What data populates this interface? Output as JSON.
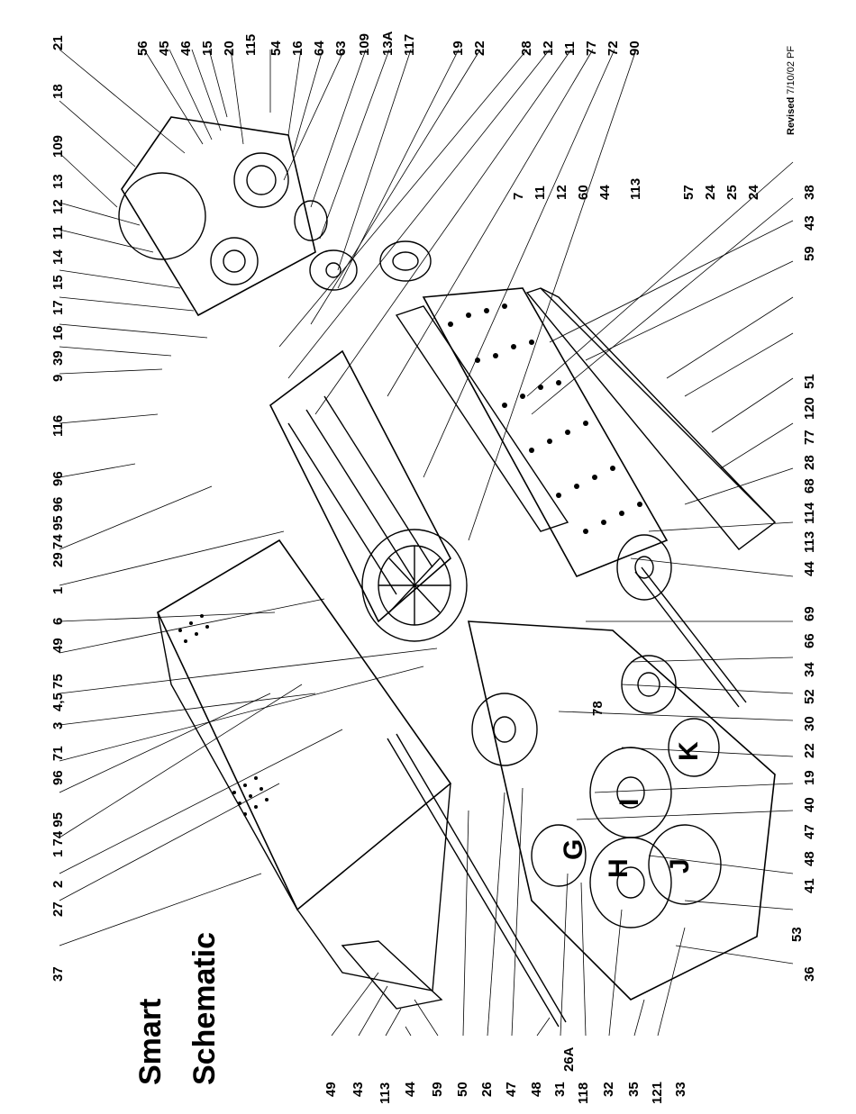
{
  "title": "Smart",
  "subtitle": "Schematic",
  "revision": {
    "prefix": "Revised",
    "text": "7/10/02 PF"
  },
  "top_labels": [
    "21",
    "56",
    "45",
    "46",
    "15",
    "20",
    "115",
    "54",
    "16",
    "64",
    "63",
    "109",
    "13A",
    "117",
    "19",
    "22",
    "28",
    "12",
    "11",
    "77",
    "72",
    "90"
  ],
  "top_labels_row2": [
    "18",
    "109",
    "13",
    "12",
    "11",
    "14",
    "15",
    "17",
    "16",
    "39",
    "9",
    "116",
    "96",
    "74 95 96",
    "29",
    "1",
    "6",
    "49",
    "4,5 75",
    "3",
    "71",
    "96",
    "1 74 95",
    "2",
    "27",
    "37"
  ],
  "right_upper_labels": [
    "7",
    "11",
    "12",
    "60",
    "44",
    "113",
    "57",
    "24",
    "25",
    "24",
    "38"
  ],
  "right_col_labels": [
    "59",
    "43",
    "51",
    "120",
    "77",
    "28",
    "68",
    "114",
    "113",
    "44",
    "69",
    "66",
    "34",
    "52",
    "30",
    "22",
    "19",
    "40",
    "47",
    "48",
    "41",
    "53",
    "36"
  ],
  "bottom_labels": [
    "49",
    "43",
    "113",
    "44",
    "59",
    "50",
    "26",
    "47",
    "48",
    "31",
    "26A",
    "118",
    "32",
    "35",
    "121",
    "33"
  ],
  "inner_labels": [
    "78"
  ],
  "gear_labels": [
    "G",
    "H",
    "I",
    "J",
    "K"
  ],
  "icon": "exploded-mechanical-schematic"
}
